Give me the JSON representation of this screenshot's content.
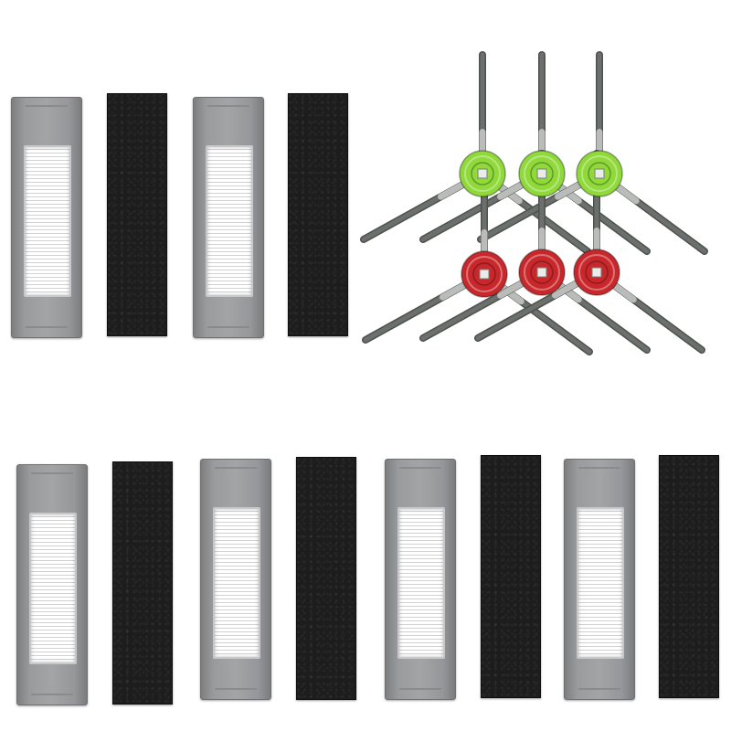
{
  "colors": {
    "background": "#ffffff",
    "filter_frame": "#9a9b9d",
    "filter_media": "#f4f5f6",
    "sponge": "#1d1d1d",
    "brush_arm": "#6c706c",
    "brush_hub_green": "#8fd93a",
    "brush_hub_red": "#c8282c"
  },
  "products": {
    "hepa_filters": 6,
    "foam_sponges": 6,
    "side_brushes_green": 3,
    "side_brushes_red": 3
  },
  "icons": [
    "hepa-filter-icon",
    "foam-sponge-icon",
    "side-brush-green-icon",
    "side-brush-red-icon"
  ]
}
